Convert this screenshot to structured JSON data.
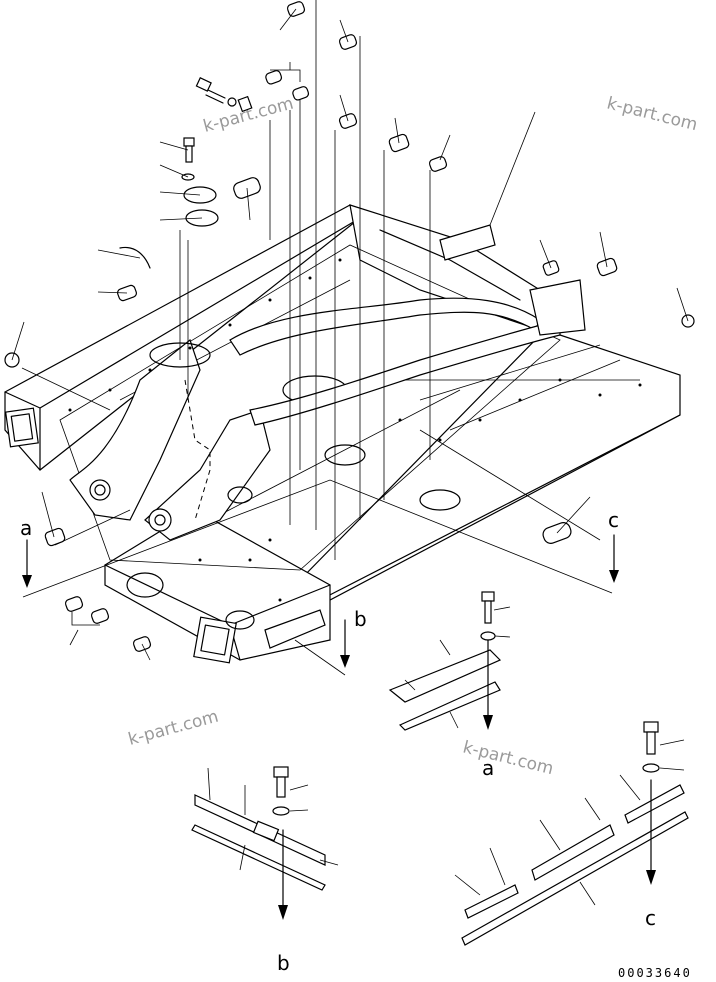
{
  "watermarks": [
    "k-part.com",
    "k-part.com",
    "k-part.com",
    "k-part.com"
  ],
  "view_labels": {
    "a_main": "a",
    "b_main": "b",
    "c_main": "c",
    "a_detail": "a",
    "b_detail": "b",
    "c_detail": "c"
  },
  "drawing_number": "00033640"
}
